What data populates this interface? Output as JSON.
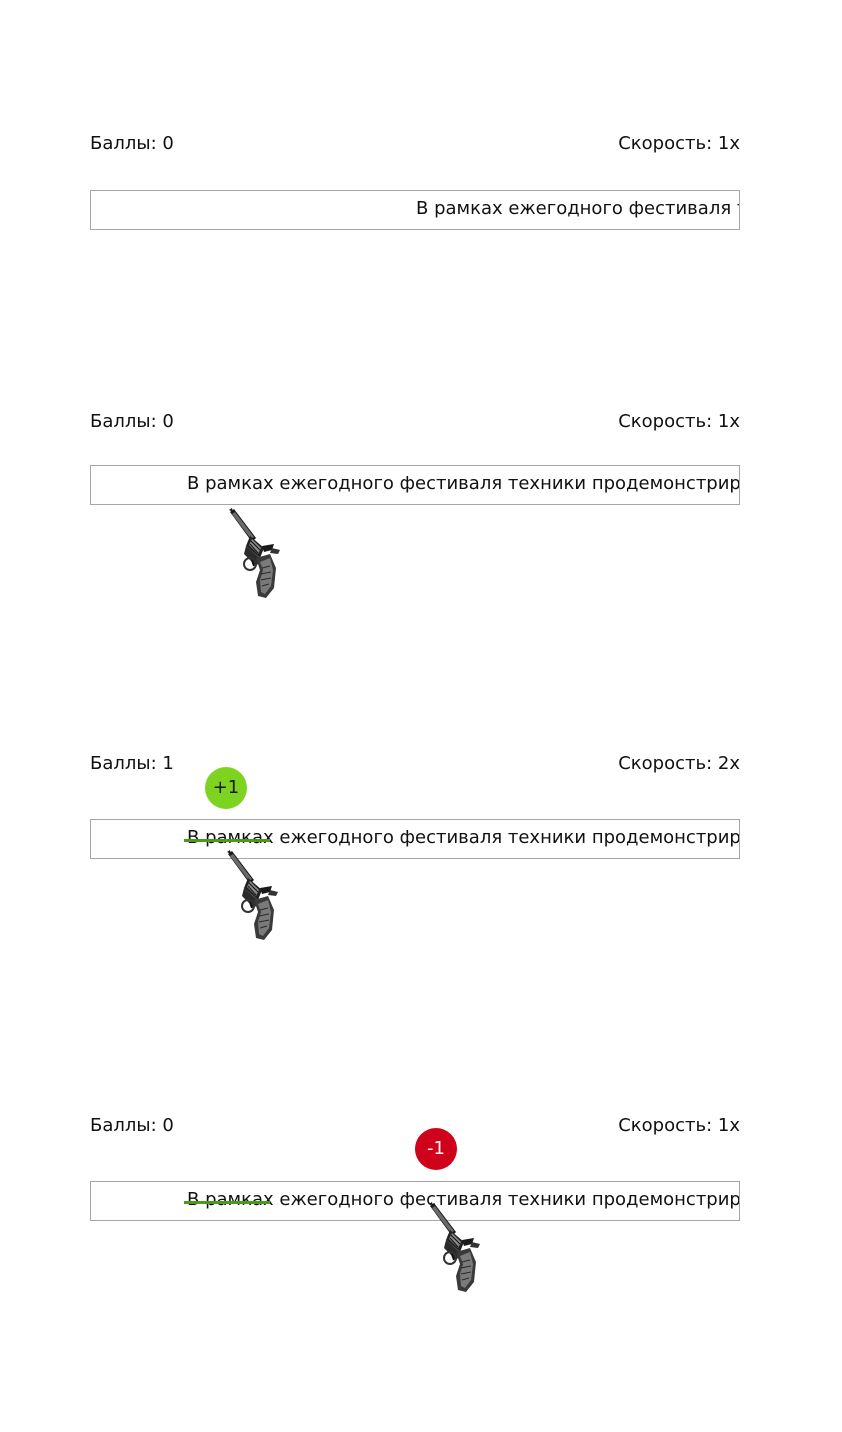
{
  "sentence": "В рамках ежегодного фестиваля техники продемонстрировали",
  "hit_word": "В рамках",
  "frames": [
    {
      "score_label": "Баллы: 0",
      "speed_label": "Скорость: 1x",
      "gun_visible": false
    },
    {
      "score_label": "Баллы: 0",
      "speed_label": "Скорость: 1x",
      "gun_visible": true
    },
    {
      "score_label": "Баллы: 1",
      "speed_label": "Скорость: 2x",
      "gun_visible": true,
      "bubble": "+1"
    },
    {
      "score_label": "Баллы: 0",
      "speed_label": "Скорость: 1x",
      "gun_visible": true,
      "bubble": "-1"
    }
  ],
  "colors": {
    "plus_bubble": "#7ed321",
    "minus_bubble": "#d0021b",
    "strike_line": "#4c9a1c",
    "ticker_border": "#a6a6a6"
  },
  "icons": {
    "gun": "revolver-icon"
  }
}
